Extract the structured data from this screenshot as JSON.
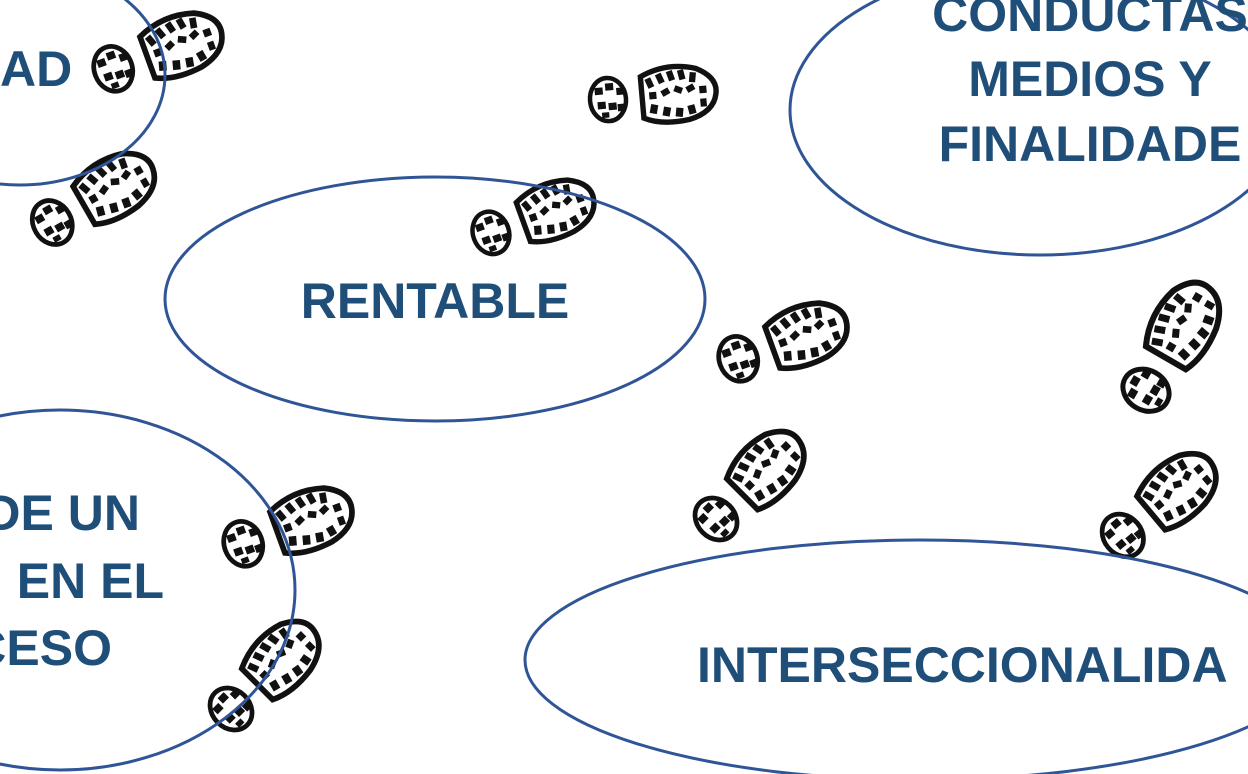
{
  "colors": {
    "accent": "#1f4e79",
    "footprint": "#111111",
    "background": "#ffffff"
  },
  "bubbles": {
    "top_left": {
      "lines": [
        "AD"
      ]
    },
    "center": {
      "lines": [
        "RENTABLE"
      ]
    },
    "top_right": {
      "lines": [
        "CONDUCTAS",
        "MEDIOS Y",
        "FINALIDADE"
      ]
    },
    "bottom_left": {
      "lines": [
        "DE UN",
        "EN EL",
        "CESO"
      ]
    },
    "bottom_right": {
      "lines": [
        "INTERSECCIONALIDA"
      ]
    }
  },
  "decorations": {
    "icon": "boot-footprint-icon"
  }
}
